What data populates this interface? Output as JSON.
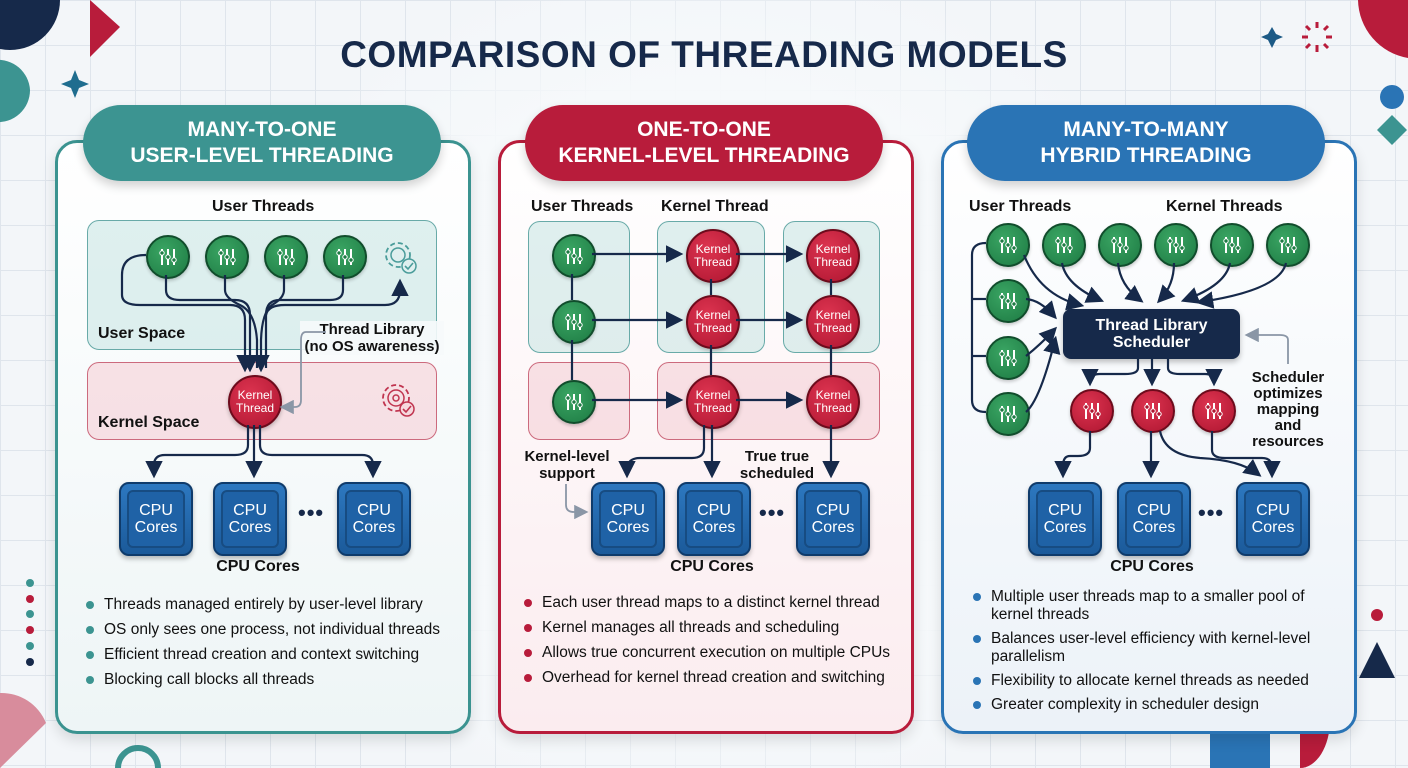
{
  "title": "COMPARISON OF THREADING MODELS",
  "colors": {
    "navy": "#16294a",
    "teal": "#3c9491",
    "crimson": "#b81c3b",
    "blue": "#2a74b5",
    "green_thread": "#1d7a43",
    "cpu_blue": "#1f62a6"
  },
  "panels": [
    {
      "heading_line1": "MANY-TO-ONE",
      "heading_line2": "USER-LEVEL THREADING",
      "user_threads_label": "User Threads",
      "user_space_label": "User Space",
      "kernel_space_label": "Kernel Space",
      "thread_library_label_line1": "Thread Library",
      "thread_library_label_line2": "(no OS awareness)",
      "kernel_thread_label_line1": "Kernel",
      "kernel_thread_label_line2": "Thread",
      "user_thread_count": 4,
      "cpu_label_line1": "CPU",
      "cpu_label_line2": "Cores",
      "cpu_caption": "CPU Cores",
      "ellipsis": "•••",
      "icons": [
        "sliders-icon",
        "gear-check-icon",
        "gear-target-icon"
      ],
      "bullets": [
        "Threads managed entirely by user-level library",
        "OS only sees one process, not individual threads",
        "Efficient thread creation and context switching",
        "Blocking call blocks all threads"
      ]
    },
    {
      "heading_line1": "ONE-TO-ONE",
      "heading_line2": "KERNEL-LEVEL THREADING",
      "user_threads_label": "User Threads",
      "kernel_thread_label": "Kernel Thread",
      "kernel_thread_label_line1": "Kernel",
      "kernel_thread_label_line2": "Thread",
      "kernel_support_line1": "Kernel-level",
      "kernel_support_line2": "support",
      "true_scheduled_line1": "True true",
      "true_scheduled_line2": "scheduled",
      "cpu_label_line1": "CPU",
      "cpu_label_line2": "Cores",
      "cpu_caption": "CPU Cores",
      "ellipsis": "•••",
      "bullets": [
        "Each user thread maps to a distinct kernel thread",
        "Kernel manages all threads and scheduling",
        "Allows true concurrent execution on multiple CPUs",
        "Overhead for kernel thread creation and switching"
      ]
    },
    {
      "heading_line1": "MANY-TO-MANY",
      "heading_line2": "HYBRID THREADING",
      "user_threads_label": "User Threads",
      "kernel_threads_label": "Kernel Threads",
      "scheduler_line1": "Thread Library",
      "scheduler_line2": "Scheduler",
      "scheduler_note": [
        "Scheduler",
        "optimizes",
        "mapping",
        "and",
        "resources"
      ],
      "cpu_label_line1": "CPU",
      "cpu_label_line2": "Cores",
      "cpu_caption": "CPU Cores",
      "ellipsis": "•••",
      "bullets": [
        "Multiple user threads map to a smaller pool of kernel threads",
        "Balances user-level efficiency with kernel-level parallelism",
        "Flexibility to allocate kernel threads as needed",
        "Greater complexity in scheduler design"
      ]
    }
  ]
}
